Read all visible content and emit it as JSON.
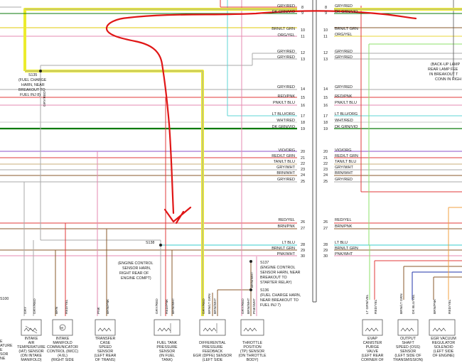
{
  "colors": {
    "gry": "#a9a9a9",
    "red": "#e03a3a",
    "pnk": "#e58ab1",
    "ltgrn": "#8ee06a",
    "dkgrn": "#0a7a0a",
    "ltblu": "#5fd6d6",
    "yel": "#e8d437",
    "org": "#f0a040",
    "brn": "#8a5a2b",
    "vio": "#8d52c8",
    "wht": "#c8c8c8",
    "tan": "#c9ae7a",
    "dkblu": "#2233aa",
    "highlight": "#ecec2e",
    "annotation": "#e01616",
    "frame": "#555555"
  },
  "wires": [
    {
      "label": "GRY/RED",
      "pin": "8"
    },
    {
      "label": "DK GRN/VIO",
      "pin": "9"
    },
    {
      "label": "BRN/LT GRN",
      "pin": "10"
    },
    {
      "label": "ORG/YEL",
      "pin": "11"
    },
    {
      "label": "GRY/RED",
      "pin": "12"
    },
    {
      "label": "GRY/RED",
      "pin": "13"
    },
    {
      "label": "GRY/RED",
      "pin": "14"
    },
    {
      "label": "RED/PNK",
      "pin": "15"
    },
    {
      "label": "PNK/LT BLU",
      "pin": "16"
    },
    {
      "label": "LT BLU/ORG",
      "pin": "17"
    },
    {
      "label": "WHT/RED",
      "pin": "18"
    },
    {
      "label": "DK GRN/VIO",
      "pin": "19"
    },
    {
      "label": "VIO/ORG",
      "pin": "20"
    },
    {
      "label": "RED/LT GRN",
      "pin": "21"
    },
    {
      "label": "TAN/LT BLU",
      "pin": "22"
    },
    {
      "label": "GRY/WHT",
      "pin": "23"
    },
    {
      "label": "BRN/WHT",
      "pin": "24"
    },
    {
      "label": "GRY/RED",
      "pin": "25"
    },
    {
      "label": "RED/YEL",
      "pin": "26"
    },
    {
      "label": "BRN/PNK",
      "pin": "27"
    },
    {
      "label": "LT BLU",
      "pin": "28"
    },
    {
      "label": "BRN/LT GRN",
      "pin": "29"
    },
    {
      "label": "PNK/WHT",
      "pin": "30"
    }
  ],
  "right_wires": [
    {
      "label": "GRY/RED",
      "pin": "8"
    },
    {
      "label": "DK GRN/VIO",
      "pin": "9"
    },
    {
      "label": "BRN/LT GRN",
      "pin": "10"
    },
    {
      "label": "ORG/YEL",
      "pin": "11"
    },
    {
      "label": "GRY/RED",
      "pin": "12"
    },
    {
      "label": "GRY/RED",
      "pin": "13"
    },
    {
      "label": "GRY/RED",
      "pin": "14"
    },
    {
      "label": "RED/PNK",
      "pin": "15"
    },
    {
      "label": "PNK/LT BLU",
      "pin": "16"
    },
    {
      "label": "LT BLU/ORG",
      "pin": "17"
    },
    {
      "label": "WHT/RED",
      "pin": "18"
    },
    {
      "label": "DK GRN/VIO",
      "pin": "19"
    },
    {
      "label": "VIO/ORG",
      "pin": "20"
    },
    {
      "label": "RED/LT GRN",
      "pin": "21"
    },
    {
      "label": "TAN/LT BLU",
      "pin": "22"
    },
    {
      "label": "GRY/WHT",
      "pin": "23"
    },
    {
      "label": "BRN/WHT",
      "pin": "24"
    },
    {
      "label": "GRY/RED",
      "pin": "25"
    },
    {
      "label": "RED/YEL",
      "pin": "26"
    },
    {
      "label": "BRN/PNK",
      "pin": "27"
    },
    {
      "label": "LT BLU",
      "pin": "28"
    },
    {
      "label": "BRN/LT GRN",
      "pin": "29"
    },
    {
      "label": "PNK/WHT",
      "pin": "30"
    }
  ],
  "splices": {
    "s135": [
      "S135",
      "(FUEL CHARGE",
      "HARN, NEAR",
      "BREAKOUT TO",
      "FUEL INJ 8)"
    ],
    "s138": [
      "S138"
    ],
    "s138_desc": [
      "(ENGINE CONTROL",
      "SENSOR HARN,",
      "RIGHT REAR OF",
      "ENGINE COMPT)"
    ],
    "s137": [
      "S137",
      "(ENGINE CONTROL",
      "SENSOR HARN, NEAR",
      "BREAKOUT TO",
      "STARTER RELAY)"
    ],
    "s136": [
      "S136",
      "(FUEL CHARGE HARN,",
      "NEAR BREAKOUT TO",
      "FUEL INJ 7)"
    ],
    "s100": [
      "S100"
    ]
  },
  "backup_note": [
    "(BACK-UP LAMP",
    "REAR LAMP FEE",
    "IN BREAKOUT T",
    "CONN IN RIGH"
  ],
  "vertical_labels": {
    "gry_red_s135": "GRY/RED",
    "gry": "GRY",
    "gry_red_1": "GRY/RED",
    "brn": "BRN",
    "red_yel_1": "RED/YEL",
    "pnk": "PNK",
    "brn_pnk": "BRN/PNK",
    "gry_red_2": "GRY/RED",
    "red_pnk": "RED/PNK",
    "brn_wht_1": "BRN/WHT",
    "gry_red_3": "GRY/RED",
    "brn_lt_grn": "BRN/LT GRN",
    "brn_wht_2": "BRN/WHT",
    "gry_red_4": "GRY/RED",
    "brn_wht_3": "BRN/WHT",
    "pnk_wht": "PNK/WHT",
    "brn_wht_4": "BRN/WHT",
    "lt_grn_vel": "LT GRN/VEL",
    "red_yel_2": "RED/YEL",
    "brn_lt_grn_2": "BRN/LT GRN",
    "dk_blu_yel": "DK BLU/YEL",
    "brn_pnk_2": "BRN/PNK",
    "red_yel_3": "RED/YEL"
  },
  "components": [
    {
      "name": [
        "INTAKE",
        "AIR",
        "TEMPERATURE",
        "(IAT) SENSOR",
        "(ON INTAKE",
        "MANIFOLD)"
      ]
    },
    {
      "name": [
        "INTAKE",
        "MANIFOLD",
        "COMMUNICATOR",
        "CONTROL (IMCC)",
        "(4.6L)",
        "(RIGHT SIDE"
      ]
    },
    {
      "name": [
        "TRANSFER",
        "CASE",
        "SPEED",
        "SENSOR",
        "(LEFT REAR",
        "OF TRANS)"
      ]
    },
    {
      "name": [
        "FUEL TANK",
        "PRESSURE",
        "SENSOR",
        "(IN FUEL",
        "TANK)"
      ]
    },
    {
      "name": [
        "DIFFERENTIAL",
        "PRESSURE",
        "FEEDBACK",
        "EGR (DPFE) SENSOR",
        "(LEFT SIDE"
      ]
    },
    {
      "name": [
        "THROTTLE",
        "POSITION",
        "(TP) SENSOR",
        "(ON THROTTLE",
        "BODY)"
      ]
    },
    {
      "name": [
        "EVAP",
        "CANISTER",
        "PURGE",
        "VALVE",
        "(LEFT REAR",
        "CORNER OF"
      ]
    },
    {
      "name": [
        "OUTPUT",
        "SHAFT",
        "SPEED (OSS)",
        "SENSOR",
        "(LEFT SIDE OF",
        "TRANSMISSION)"
      ]
    },
    {
      "name": [
        "EGR VACUUM",
        "REGULATOR",
        "SOLENOID",
        "(LEFT SIDE",
        "OF ENGINE)"
      ]
    }
  ],
  "left_edge_fragment": [
    "E",
    "ATURE",
    "E",
    "SOR",
    "NE"
  ]
}
